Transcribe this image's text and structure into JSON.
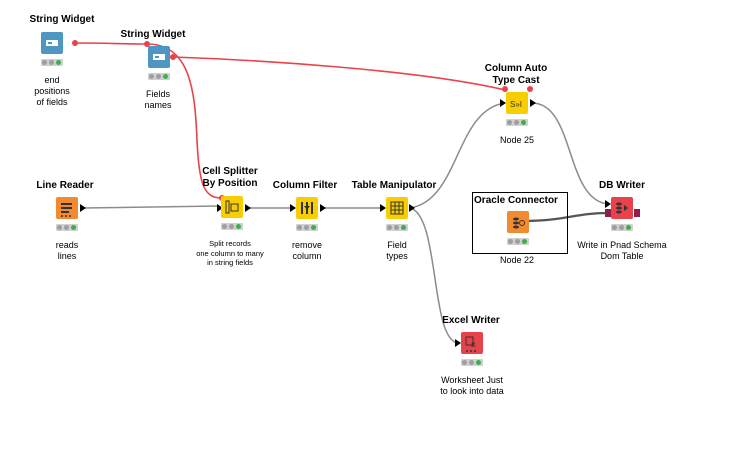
{
  "nodes": {
    "string_widget_1": {
      "title": "String Widget",
      "label": [
        "end",
        "positions",
        "of fields"
      ]
    },
    "string_widget_2": {
      "title": "String Widget",
      "label": [
        "Fields",
        "names"
      ]
    },
    "column_auto_type_cast": {
      "title": [
        "Column Auto",
        "Type Cast"
      ],
      "label": [
        "Node 25"
      ]
    },
    "line_reader": {
      "title": "Line Reader",
      "label": [
        "reads",
        "lines"
      ]
    },
    "cell_splitter": {
      "title": [
        "Cell Splitter",
        "By Position"
      ],
      "label": [
        "Split records",
        "one column to many",
        "in string fields"
      ]
    },
    "column_filter": {
      "title": "Column Filter",
      "label": [
        "remove",
        "column"
      ]
    },
    "table_manipulator": {
      "title": "Table Manipulator",
      "label": [
        "Field",
        "types"
      ]
    },
    "oracle_connector": {
      "title": "Oracle Connector",
      "label": [
        "Node 22"
      ]
    },
    "db_writer": {
      "title": "DB Writer",
      "label": [
        "Write in Pnad Schema",
        "Dom Table"
      ]
    },
    "excel_writer": {
      "title": "Excel Writer",
      "label": [
        "Worksheet Just",
        "to look into data"
      ]
    }
  },
  "colors": {
    "flow_variable_connection": "#e8434b",
    "data_connection": "#8c8c8c",
    "db_connection": "#8c1f4a",
    "blue_node": "#4f97c3",
    "orange_node": "#f28b30",
    "yellow_node": "#f7cf00",
    "red_node": "#e8434b",
    "status_green": "#3fae49"
  },
  "icons": {
    "string_widget": "text-input-icon",
    "line_reader": "lines-icon",
    "cell_splitter": "split-column-icon",
    "column_filter": "filter-column-icon",
    "table_manipulator": "table-grid-icon",
    "column_auto_type_cast": "type-cast-icon",
    "oracle_connector": "database-connector-icon",
    "db_writer": "db-write-icon",
    "excel_writer": "excel-icon"
  }
}
